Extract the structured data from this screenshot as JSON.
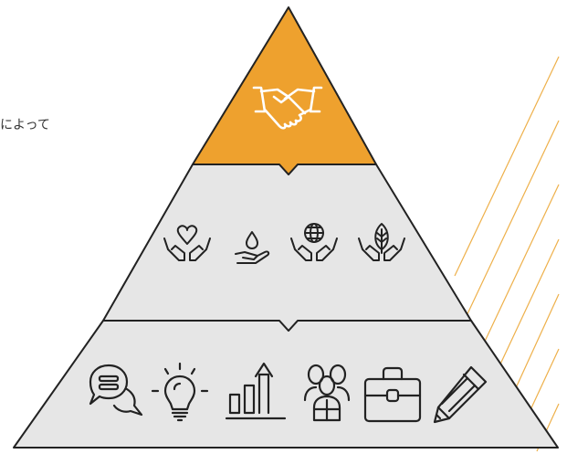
{
  "side_text": "によって",
  "colors": {
    "top_tier": "#EEA12E",
    "lower_tiers": "#E6E6E6",
    "outline": "#222222",
    "accent_lines": "#EEB04A",
    "icon_on_top": "#FFFFFF",
    "icon_stroke": "#222222"
  },
  "tiers": [
    {
      "level": "top",
      "icons": [
        "handshake-icon"
      ]
    },
    {
      "level": "middle",
      "icons": [
        "hands-heart-icon",
        "hand-water-drop-icon",
        "hands-globe-icon",
        "hands-leaf-icon"
      ]
    },
    {
      "level": "bottom",
      "icons": [
        "chat-bubbles-icon",
        "lightbulb-icon",
        "growth-chart-icon",
        "team-icon",
        "briefcase-icon",
        "pencil-icon"
      ]
    }
  ]
}
